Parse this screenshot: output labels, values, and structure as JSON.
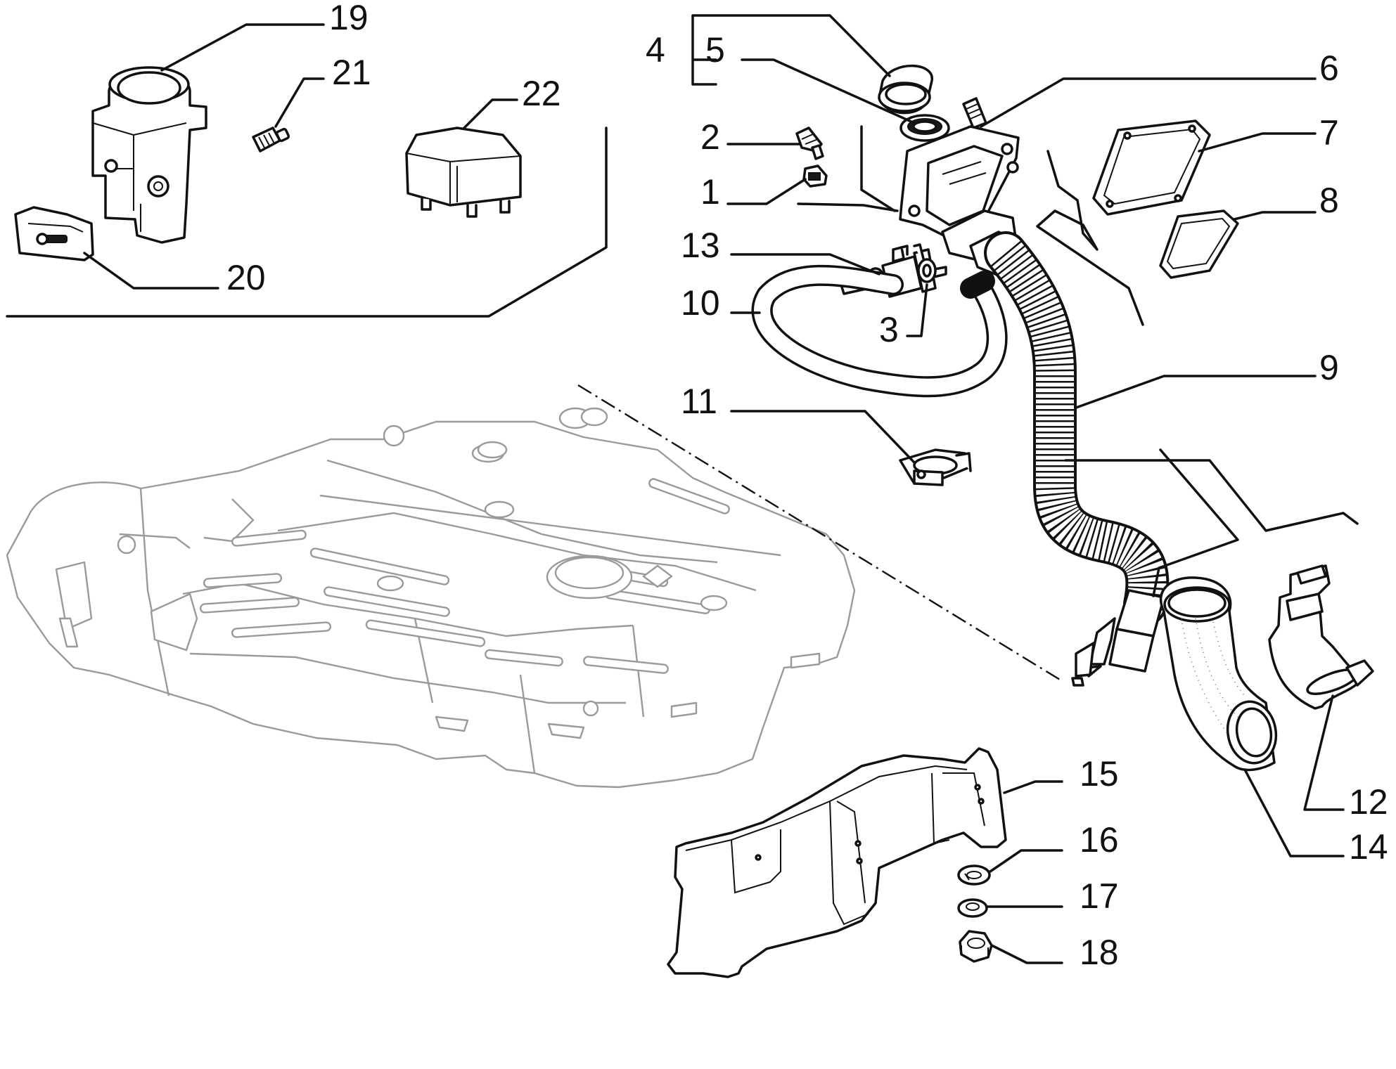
{
  "callouts": [
    {
      "id": "1",
      "label": "1"
    },
    {
      "id": "2",
      "label": "2"
    },
    {
      "id": "3",
      "label": "3"
    },
    {
      "id": "4",
      "label": "4"
    },
    {
      "id": "5",
      "label": "5"
    },
    {
      "id": "6",
      "label": "6"
    },
    {
      "id": "7",
      "label": "7"
    },
    {
      "id": "8",
      "label": "8"
    },
    {
      "id": "9",
      "label": "9"
    },
    {
      "id": "10",
      "label": "10"
    },
    {
      "id": "11",
      "label": "11"
    },
    {
      "id": "12",
      "label": "12"
    },
    {
      "id": "13",
      "label": "13"
    },
    {
      "id": "14",
      "label": "14"
    },
    {
      "id": "15",
      "label": "15"
    },
    {
      "id": "16",
      "label": "16"
    },
    {
      "id": "17",
      "label": "17"
    },
    {
      "id": "18",
      "label": "18"
    },
    {
      "id": "19",
      "label": "19"
    },
    {
      "id": "20",
      "label": "20"
    },
    {
      "id": "21",
      "label": "21"
    },
    {
      "id": "22",
      "label": "22"
    }
  ],
  "colors": {
    "line": "#111111",
    "tank_outline": "#9a9a9a",
    "background": "#ffffff"
  }
}
